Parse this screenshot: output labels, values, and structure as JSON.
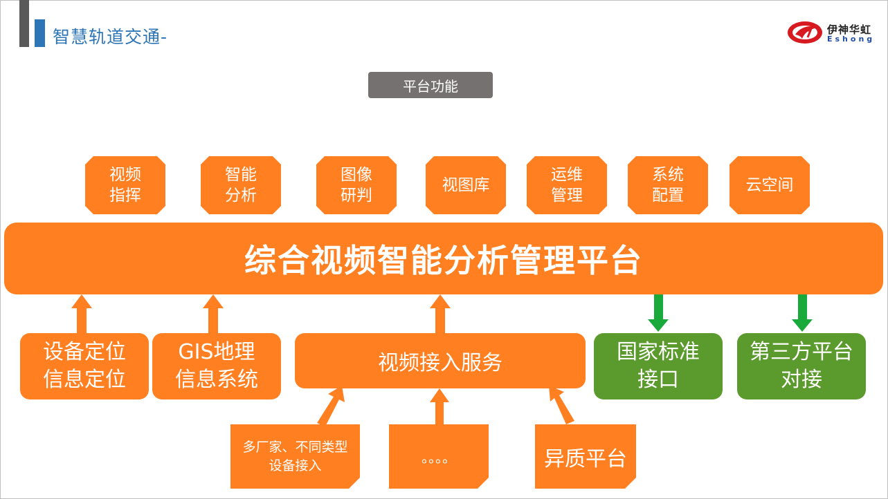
{
  "header": {
    "title": "智慧轨道交通-",
    "logo_cn": "伊神华虹",
    "logo_en": "Eshong"
  },
  "section_label": "平台功能",
  "functions": [
    "视频\n指挥",
    "智能\n分析",
    "图像\n研判",
    "视图库",
    "运维\n管理",
    "系统\n配置",
    "云空间"
  ],
  "platform": "综合视频智能分析管理平台",
  "inputs": {
    "device_location": "设备定位\n信息定位",
    "gis": "GIS地理\n信息系统",
    "video_access": "视频接入服务",
    "national_standard": "国家标准\n接口",
    "third_party": "第三方平台\n对接"
  },
  "sources": {
    "multi_vendor": "多厂家、不同类型\n设备接入",
    "ellipsis": "。。。。",
    "heterogeneous": "异质平台"
  },
  "colors": {
    "orange": "#ff7f21",
    "green": "#5b9a2c",
    "arrow_green": "#1aaa3c",
    "title_blue": "#2e75b6",
    "label_gray": "#767171"
  }
}
